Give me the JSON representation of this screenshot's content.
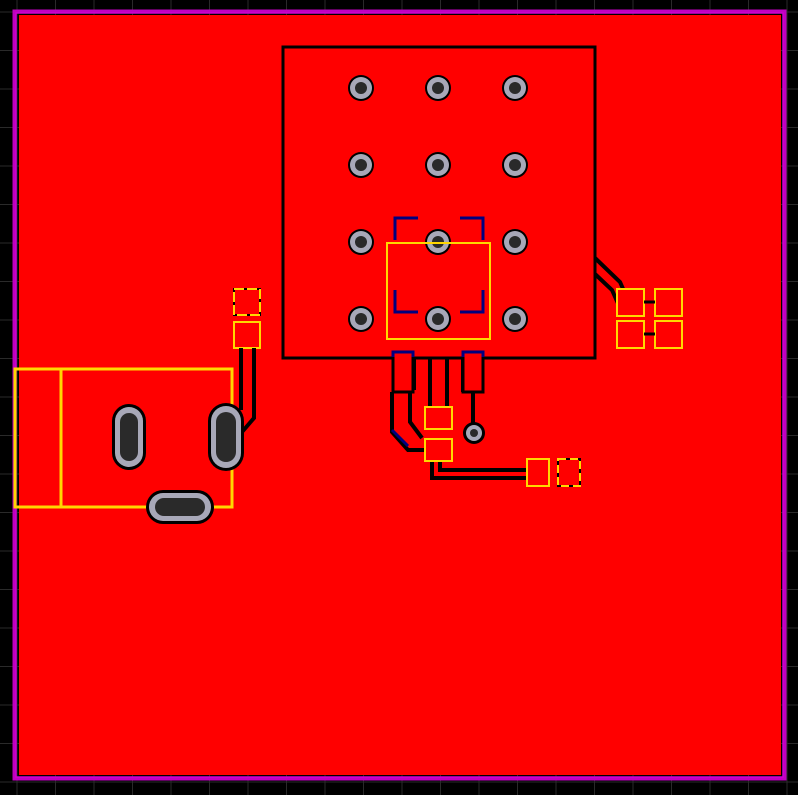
{
  "colors": {
    "background": "#000000",
    "grid": "#2a2a2a",
    "board_outline": "#c000c0",
    "copper_fill": "#ff0000",
    "clearance": "#000000",
    "silkscreen": "#ffd700",
    "courtyard": "#000080",
    "pad_ring": "#a8a8b8",
    "drill": "#2a2a2a"
  },
  "layers": {
    "board": "board-outline",
    "copper": "front-copper-pour",
    "silk": "silkscreen",
    "fab": "courtyard"
  },
  "components": {
    "pin_header": "pin-header-3x4",
    "footprint": "sot-footprint",
    "connector": "barrel-jack",
    "smd_pads": "smd-passive-pads",
    "via": "via"
  }
}
